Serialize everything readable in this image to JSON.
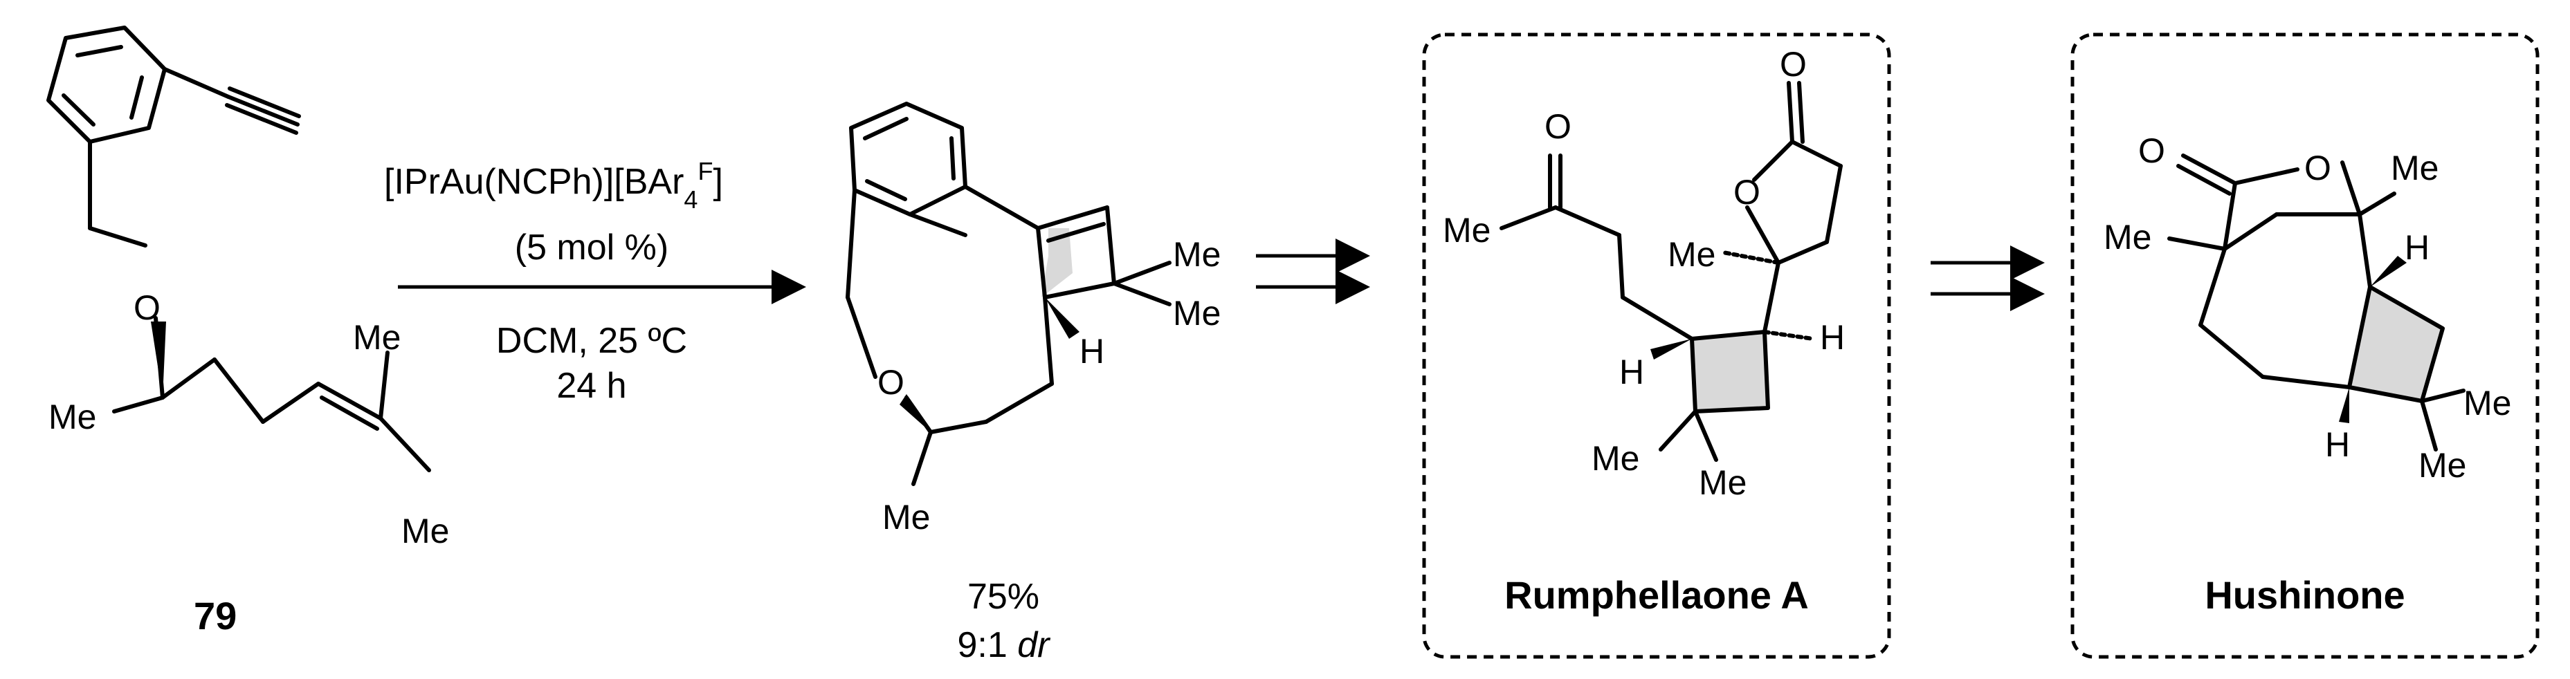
{
  "reagents": {
    "catalyst_main": "[IPrAu(NCPh)][BAr",
    "catalyst_sub": "4",
    "catalyst_sup": "F",
    "catalyst_end": "]",
    "loading": "(5 mol %)",
    "solvent_temp": "DCM, 25 ºC",
    "time": "24 h"
  },
  "starting_material": {
    "label": "79",
    "atoms": {
      "O": "O",
      "Me1": "Me",
      "Me2": "Me",
      "Me3": "Me"
    }
  },
  "intermediate": {
    "yield": "75%",
    "dr_value": "9:1",
    "dr_unit": "dr",
    "atoms": {
      "O": "O",
      "Me1": "Me",
      "Me2": "Me",
      "Me3": "Me",
      "H": "H"
    }
  },
  "product_a": {
    "name": "Rumphellaone A",
    "atoms": {
      "O1": "O",
      "O2": "O",
      "O3": "O",
      "Me1": "Me",
      "Me2": "Me",
      "Me3": "Me",
      "Me4": "Me",
      "H1": "H",
      "H2": "H"
    }
  },
  "product_b": {
    "name": "Hushinone",
    "atoms": {
      "O1": "O",
      "O2": "O",
      "Me1": "Me",
      "Me2": "Me",
      "Me3": "Me",
      "Me4": "Me",
      "H1": "H",
      "H2": "H"
    }
  }
}
